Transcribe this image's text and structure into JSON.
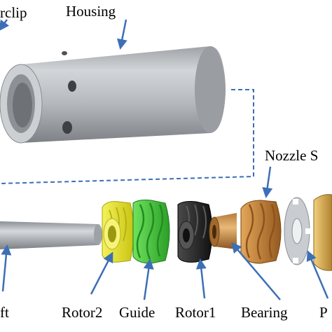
{
  "labels": {
    "circlip": "rclip",
    "housing": "Housing",
    "nozzle": "Nozzle S",
    "shaft": "ft",
    "rotor2": "Rotor2",
    "guide": "Guide",
    "rotor1": "Rotor1",
    "bearing": "Bearing",
    "p": "P"
  },
  "colors": {
    "housing": "#b8bbbe",
    "arrow": "#3c6fb6",
    "rotor2": "#e4e21a",
    "guide": "#3fc33a",
    "rotor1": "#222222",
    "bearing": "#c9863a",
    "nozzle": "#b6773a",
    "shaft": "#a9aeb3"
  }
}
